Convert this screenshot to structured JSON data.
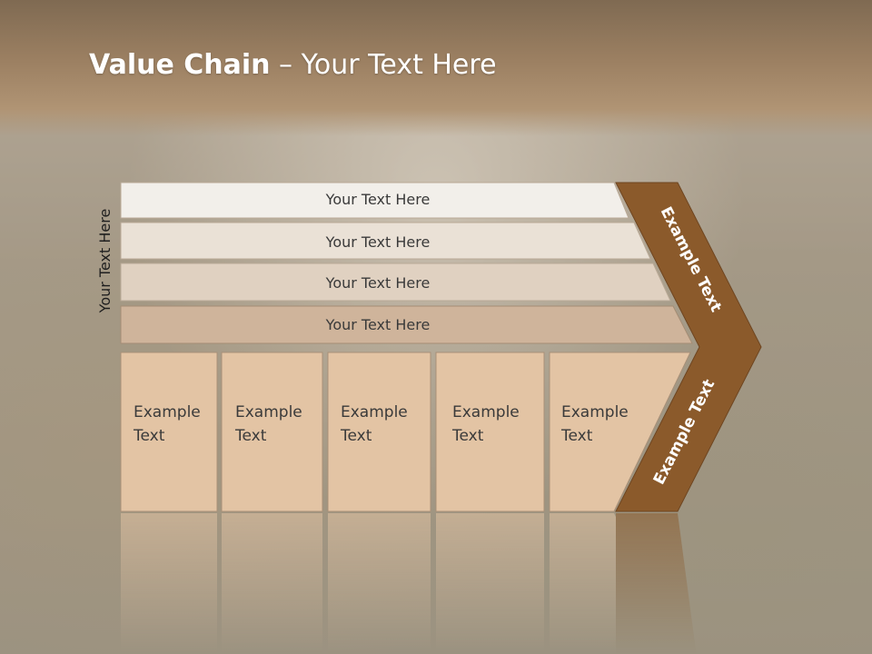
{
  "title": {
    "bold": "Value Chain",
    "rest": " – Your Text Here"
  },
  "side_label": "Your Text Here",
  "rows": [
    {
      "label": "Your Text Here",
      "fill": "#f2efea"
    },
    {
      "label": "Your Text Here",
      "fill": "#eae1d6"
    },
    {
      "label": "Your Text Here",
      "fill": "#e0d1c1"
    },
    {
      "label": "Your Text Here",
      "fill": "#cfb49b"
    }
  ],
  "boxes": [
    {
      "line1": "Example",
      "line2": "Text"
    },
    {
      "line1": "Example",
      "line2": "Text"
    },
    {
      "line1": "Example",
      "line2": "Text"
    },
    {
      "line1": "Example",
      "line2": "Text"
    },
    {
      "line1": "Example",
      "line2": "Text"
    }
  ],
  "chevron": {
    "top_label": "Example Text",
    "bottom_label": "Example Text",
    "fill": "#8b5a2b"
  },
  "colors": {
    "box_fill": "#e3c4a4",
    "text": "#3a3a3a"
  }
}
